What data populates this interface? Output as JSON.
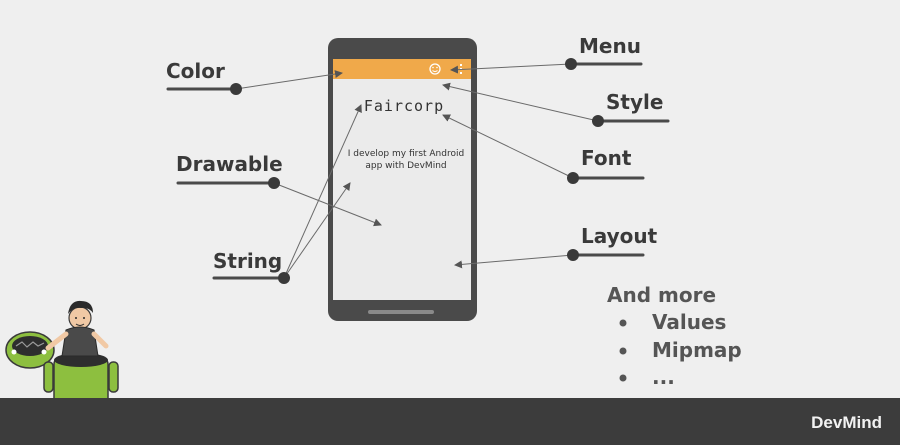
{
  "labels": {
    "color": "Color",
    "drawable": "Drawable",
    "string": "String",
    "menu": "Menu",
    "style": "Style",
    "font": "Font",
    "layout": "Layout"
  },
  "phone": {
    "app_title": "Faircorp",
    "body_line1": "I develop my first Android",
    "body_line2": "app with DevMind",
    "toolbar_color": "#f0a94a",
    "screen_color": "#ebebeb",
    "frame_color": "#4a4a4a"
  },
  "more": {
    "heading": "And more",
    "items": [
      "Values",
      "Mipmap",
      "..."
    ]
  },
  "footer": {
    "brand": "DevMind"
  },
  "icons": [
    "smiley-icon",
    "menu-overflow-icon",
    "android-figure-icon",
    "developer-figure-icon"
  ]
}
